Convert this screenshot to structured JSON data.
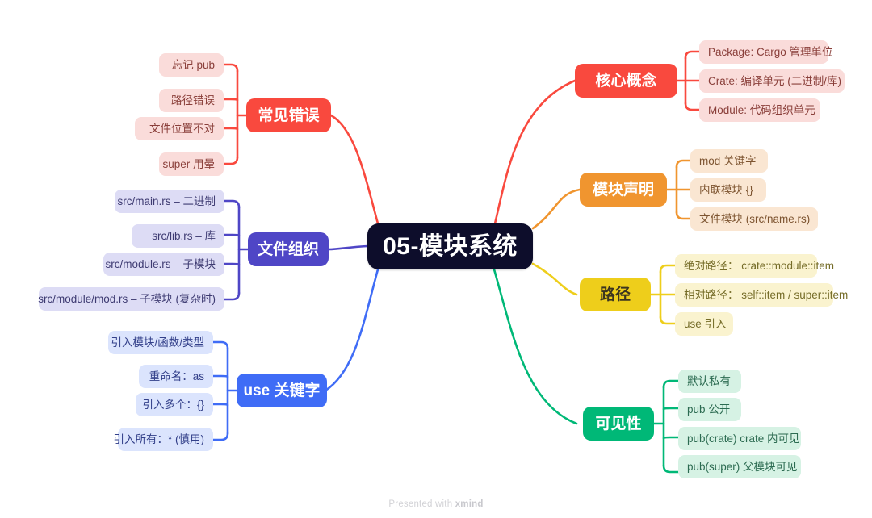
{
  "colors": {
    "root_bg": "#0d0d2b",
    "red": "#f9493e",
    "orange": "#f0952f",
    "yellow": "#eece1b",
    "green": "#00b877",
    "indigo": "#4f46c6",
    "blue": "#3f6cf6",
    "canvas_bg": "#ffffff"
  },
  "root": {
    "label": "05-模块系统"
  },
  "branches": {
    "core_concepts": {
      "label": "核心概念",
      "color": "#f9493e",
      "side": "right",
      "children": [
        {
          "label": "Package: Cargo 管理单位"
        },
        {
          "label": "Crate: 编译单元 (二进制/库)"
        },
        {
          "label": "Module: 代码组织单元"
        }
      ]
    },
    "module_declaration": {
      "label": "模块声明",
      "color": "#f0952f",
      "side": "right",
      "children": [
        {
          "label": "mod 关键字"
        },
        {
          "label": "内联模块 {}"
        },
        {
          "label": "文件模块 (src/name.rs)"
        }
      ]
    },
    "paths": {
      "label": "路径",
      "color": "#eece1b",
      "side": "right",
      "children": [
        {
          "label": "绝对路径： crate::module::item"
        },
        {
          "label": "相对路径： self::item / super::item"
        },
        {
          "label": "use 引入"
        }
      ]
    },
    "visibility": {
      "label": "可见性",
      "color": "#00b877",
      "side": "right",
      "children": [
        {
          "label": "默认私有"
        },
        {
          "label": "pub 公开"
        },
        {
          "label": "pub(crate) crate 内可见"
        },
        {
          "label": "pub(super) 父模块可见"
        }
      ]
    },
    "common_errors": {
      "label": "常见错误",
      "color": "#f9493e",
      "side": "left",
      "children": [
        {
          "label": "忘记 pub"
        },
        {
          "label": "路径错误"
        },
        {
          "label": "文件位置不对"
        },
        {
          "label": "super 用晕"
        }
      ]
    },
    "file_organization": {
      "label": "文件组织",
      "color": "#4f46c6",
      "side": "left",
      "children": [
        {
          "label": "src/main.rs – 二进制"
        },
        {
          "label": "src/lib.rs – 库"
        },
        {
          "label": "src/module.rs – 子模块"
        },
        {
          "label": "src/module/mod.rs – 子模块 (复杂时)"
        }
      ]
    },
    "use_keyword": {
      "label": "use 关键字",
      "color": "#3f6cf6",
      "side": "left",
      "children": [
        {
          "label": "引入模块/函数/类型"
        },
        {
          "label": "重命名：as"
        },
        {
          "label": "引入多个：{}"
        },
        {
          "label": "引入所有：* (慎用)"
        }
      ]
    }
  },
  "credit": {
    "prefix": "Presented with ",
    "brand": "xmind"
  }
}
